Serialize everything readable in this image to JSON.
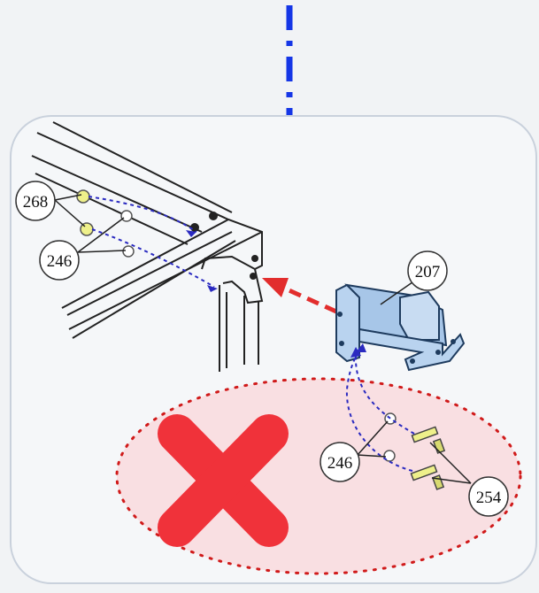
{
  "callouts": {
    "part_268": "268",
    "part_246_frame": "246",
    "part_207": "207",
    "part_246_bracket": "246",
    "part_254": "254"
  },
  "icons": {
    "top_arrow": "dash-dot-down-arrow-icon",
    "insert_arrow": "red-dashed-left-arrow-icon",
    "invalid_mark": "red-x-icon"
  },
  "colors": {
    "background": "#f1f3f5",
    "panel_border": "#c9d1dc",
    "blue_arrow": "#1536e6",
    "red_arrow": "#e22d2d",
    "red_x": "#f0323a",
    "forbidden_zone_fill": "#f9dfe2",
    "bracket_fill": "#b9d3ef",
    "washer_yellow": "#eef08a"
  }
}
